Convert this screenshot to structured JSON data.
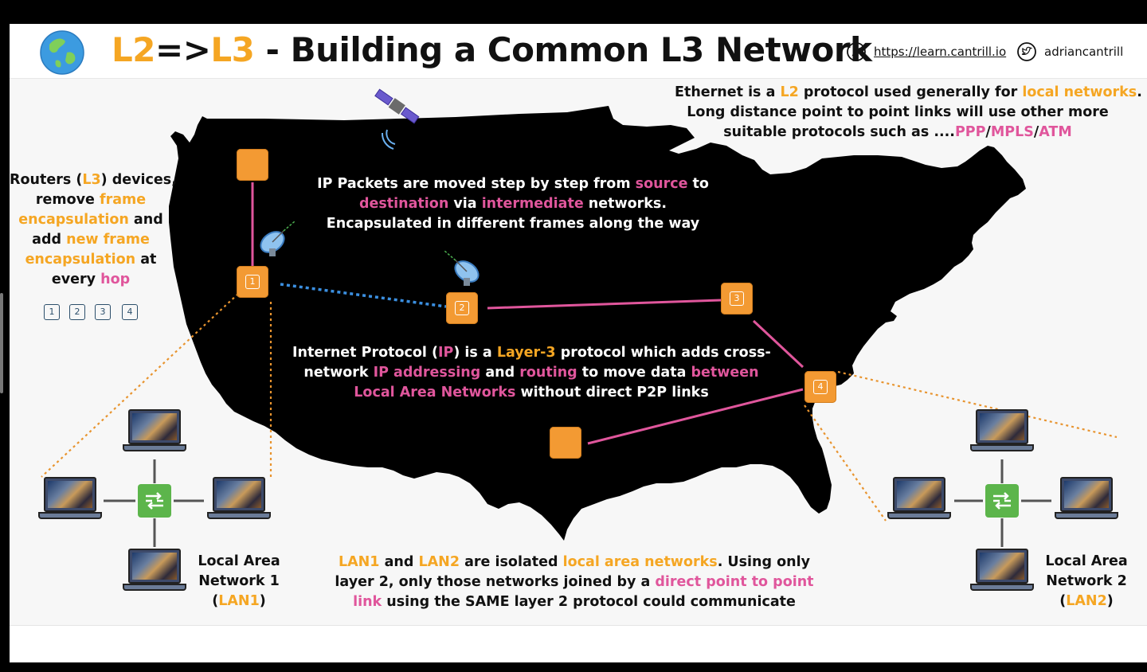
{
  "header": {
    "title_l2": "L2",
    "title_arrow": "=>",
    "title_l3": "L3",
    "title_rest": " - Building a Common L3 Network",
    "url": "https://learn.cantrill.io",
    "twitter_handle": "adriancantrill"
  },
  "notes": {
    "ethernet": {
      "l1_a": "Ethernet is a ",
      "l1_b": "L2",
      "l1_c": " protocol used generally for ",
      "l1_d": "local networks",
      "l1_e": ".",
      "l2": "Long distance point to point links will use other more",
      "l3_a": "suitable protocols such as ....",
      "l3_b": "PPP",
      "l3_c": "/",
      "l3_d": "MPLS",
      "l3_e": "/",
      "l3_f": "ATM"
    },
    "routers": {
      "l1_a": "Routers (",
      "l1_b": "L3",
      "l1_c": ") devices,",
      "l2_a": "remove ",
      "l2_b": "frame",
      "l3_a": "encapsulation",
      "l3_b": " and",
      "l4_a": "add ",
      "l4_b": "new frame",
      "l5_a": "encapsulation",
      "l5_b": " at",
      "l6_a": "every ",
      "l6_b": "hop"
    },
    "packets": {
      "l1_a": "IP Packets are moved step by step from ",
      "l1_b": "source",
      "l1_c": " to",
      "l2_a": "destination",
      "l2_b": " via ",
      "l2_c": "intermediate",
      "l2_d": " networks.",
      "l3": "Encapsulated in different frames along the way"
    },
    "ip": {
      "l1_a": "Internet Protocol (",
      "l1_b": "IP",
      "l1_c": ") is a ",
      "l1_d": "Layer-3",
      "l1_e": " protocol which adds cross-",
      "l2_a": "network ",
      "l2_b": "IP addressing",
      "l2_c": " and ",
      "l2_d": "routing",
      "l2_e": " to move data ",
      "l2_f": "between",
      "l3_a": "Local Area Networks",
      "l3_b": " without direct P2P links"
    },
    "lan": {
      "l1_a": "LAN1",
      "l1_b": " and ",
      "l1_c": "LAN2",
      "l1_d": " are isolated ",
      "l1_e": "local area networks",
      "l1_f": ". Using only",
      "l2_a": "layer 2, only those networks joined by a ",
      "l2_b": "direct point to point",
      "l3_a": "link",
      "l3_b": " using the SAME layer 2 protocol could communicate"
    }
  },
  "routers": [
    {
      "label": "1"
    },
    {
      "label": "2"
    },
    {
      "label": "3"
    },
    {
      "label": "4"
    }
  ],
  "legend": [
    "1",
    "2",
    "3",
    "4"
  ],
  "lan1": {
    "l1": "Local Area",
    "l2": "Network 1",
    "l3_a": "(",
    "l3_b": "LAN1",
    "l3_c": ")"
  },
  "lan2": {
    "l1": "Local Area",
    "l2": "Network 2",
    "l3_a": "(",
    "l3_b": "LAN2",
    "l3_c": ")"
  },
  "icons": {
    "globe": "globe-icon",
    "compass": "compass-icon",
    "twitter": "twitter-bird-icon",
    "satellite": "satellite-icon",
    "dish": "satellite-dish-icon",
    "laptop": "laptop-icon",
    "switch": "network-switch-icon"
  },
  "colors": {
    "accent_orange": "#f5a623",
    "accent_pink": "#e0569c",
    "router_orange": "#f39a33",
    "link_pink": "#e0569c",
    "link_blue_dotted": "#3b8fe0",
    "switch_green": "#5cb54b",
    "map_fill": "#000000"
  }
}
